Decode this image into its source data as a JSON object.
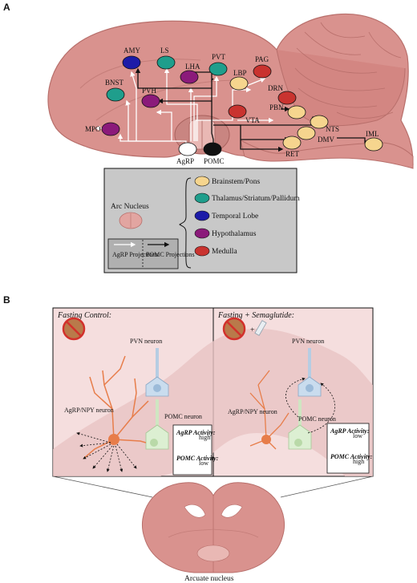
{
  "panel_a": {
    "letter": "A",
    "nodes": {
      "amy": "AMY",
      "ls": "LS",
      "pvt": "PVT",
      "pag": "PAG",
      "lha": "LHA",
      "lbp": "LBP",
      "bnst": "BNST",
      "pvh": "PVH",
      "drn": "DRN",
      "pbn": "PBN",
      "mpo": "MPO",
      "vta": "VTA",
      "nts": "NTS",
      "iml": "IML",
      "dmv": "DMV",
      "ret": "RET",
      "agrp": "AgRP",
      "pomc": "POMC"
    },
    "legend": {
      "arc_title": "Arc Nucleus",
      "agrp_projections": "AgRP Projections",
      "pomc_projections": "POMC Projections",
      "items": [
        "Brainstem/Pons",
        "Thalamus/Striatum/Pallidum",
        "Temporal Lobe",
        "Hypothalamus",
        "Medulla"
      ]
    },
    "colors": {
      "yellow": "#f6d58e",
      "teal": "#1f9e8c",
      "blue": "#1c1ba8",
      "purple": "#8b1a7a",
      "red": "#c9332f",
      "brain": "#d9928e",
      "legend_bg": "#c8c8c8"
    }
  },
  "panel_b": {
    "letter": "B",
    "left_title": "Fasting Control:",
    "right_title": "Fasting + Semaglutide:",
    "pvn_label": "PVN neuron",
    "pomc_label": "POMC neuron",
    "agrp_label": "AgRP/NPY neuron",
    "left_box": {
      "agrp": "AgRP Activity:",
      "agrp_level": "high",
      "pomc": "POMC Activity:",
      "pomc_level": "low"
    },
    "right_box": {
      "agrp": "AgRP Activity:",
      "agrp_level": "low",
      "pomc": "POMC Activity:",
      "pomc_level": "high"
    },
    "plus": "+",
    "caption": "Arcuate nucleus"
  }
}
